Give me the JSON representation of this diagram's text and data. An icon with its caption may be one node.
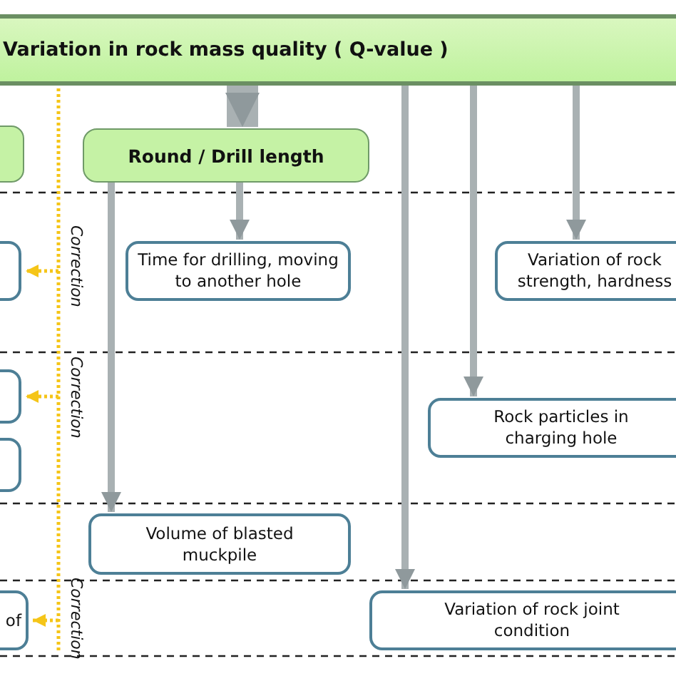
{
  "diagram": {
    "nodes": [
      {
        "text": [
          "Variation in rock mass quality ( Q-value )"
        ]
      },
      {
        "text": [],
        "shape": "box"
      },
      {
        "text": [
          "Round / Drill length"
        ]
      },
      {
        "text": [],
        "shape": "box"
      },
      {
        "text": [
          "Time for drilling, moving to another hole"
        ]
      },
      {
        "text": [
          "Variation of rock strength, hardness"
        ]
      },
      {
        "text": [],
        "shape": "box"
      },
      {
        "text": [
          "Rock particles in charging hole"
        ]
      },
      {
        "text": [],
        "shape": "box"
      },
      {
        "text": [
          "Volume of blasted muckpile"
        ]
      },
      {
        "text": [
          "of"
        ]
      },
      {
        "text": [
          "Variation of rock joint condition"
        ]
      }
    ],
    "edges": [
      {
        "from": 0,
        "to": 2,
        "arrow": "to",
        "style": "thick"
      },
      {
        "from": 2,
        "to": 4,
        "arrow": "to"
      },
      {
        "from": 0,
        "to": 5,
        "arrow": "to"
      },
      {
        "from": 0,
        "to": 7,
        "arrow": "to"
      },
      {
        "from": 2,
        "to": 9,
        "arrow": "to"
      },
      {
        "from": 0,
        "to": 11,
        "arrow": "to"
      },
      {
        "from": null,
        "to": 3,
        "arrow": "to",
        "style": "dashed",
        "color": "#f5c518"
      },
      {
        "from": null,
        "to": 6,
        "arrow": "to",
        "style": "dashed",
        "color": "#f5c518"
      },
      {
        "from": null,
        "to": 10,
        "arrow": "to",
        "style": "dashed",
        "color": "#f5c518"
      }
    ],
    "labels": [
      "Correction",
      "Correction",
      "Correction"
    ]
  }
}
